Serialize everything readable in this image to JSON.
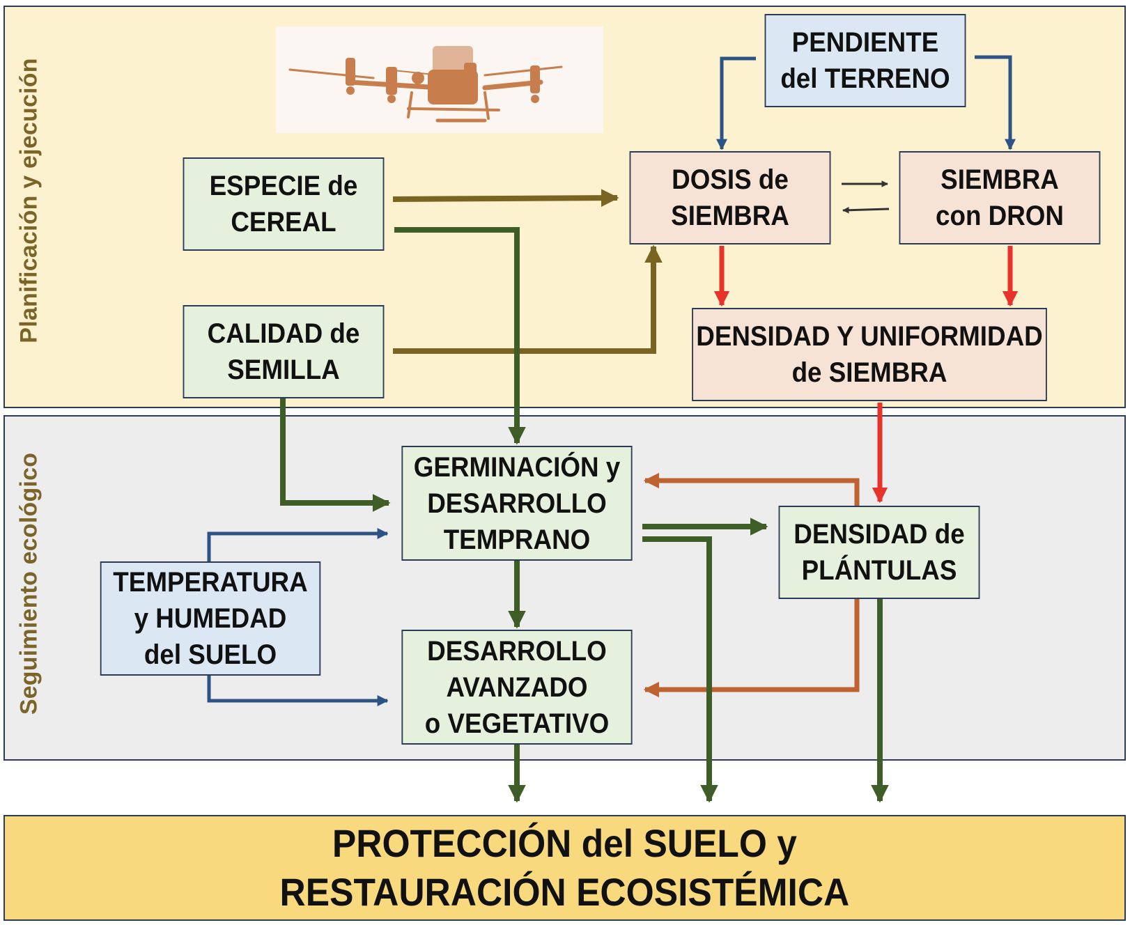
{
  "sections": {
    "planning": "Planificación y ejecución",
    "ecological": "Seguimiento ecológico"
  },
  "boxes": {
    "especie": "ESPECIE de\nCEREAL",
    "calidad": "CALIDAD de\nSEMILLA",
    "pendiente": "PENDIENTE\ndel TERRENO",
    "dosis": "DOSIS de\nSIEMBRA",
    "siembra_dron": "SIEMBRA\ncon DRON",
    "densidad_siembra": "DENSIDAD Y UNIFORMIDAD\nde SIEMBRA",
    "germinacion": "GERMINACIÓN y\nDESARROLLO\nTEMPRANO",
    "densidad_plantulas": "DENSIDAD de\nPLÁNTULAS",
    "temperatura": "TEMPERATURA\ny HUMEDAD\ndel SUELO",
    "desarrollo": "DESARROLLO\nAVANZADO\no VEGETATIVO"
  },
  "outcome": "PROTECCIÓN del SUELO y\nRESTAURACIÓN ECOSISTÉMICA",
  "illustration": {
    "icon": "drone-icon"
  },
  "colors": {
    "olive": "#7a6422",
    "green": "#3f5e27",
    "blue": "#2d5386",
    "red": "#e8332a",
    "orange": "#bd6230",
    "dark": "#333333"
  }
}
